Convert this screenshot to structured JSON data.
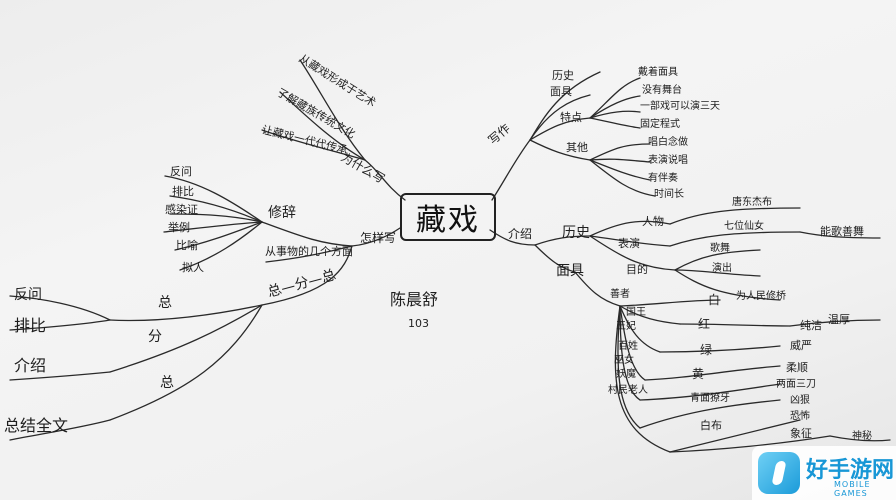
{
  "center": "藏戏",
  "author": {
    "name": "陈晨舒",
    "id": "103"
  },
  "branch_upper_left": {
    "label": "为什么写",
    "children": [
      "从藏戏形成于艺术",
      "了解藏族传统文化",
      "让藏戏一代代传承"
    ]
  },
  "branch_left": {
    "label": "怎样写",
    "sub_rhetoric": {
      "label": "修辞",
      "children": [
        "反问",
        "排比",
        "感染证",
        "举例",
        "比喻",
        "拟人"
      ]
    },
    "sub_aspects": "从事物的几个方面"
  },
  "branch_structure": {
    "label": "总—分—总",
    "parts": [
      "总",
      "分",
      "总"
    ],
    "children": [
      "反问",
      "排比",
      "介绍",
      "总结全文"
    ]
  },
  "branch_right_upper": {
    "label": "写作",
    "children": [
      "历史",
      "面具",
      "特点",
      "其他"
    ],
    "details": [
      "戴着面具",
      "没有舞台",
      "一部戏可以演三天",
      "固定程式",
      "唱白念做",
      "表演说唱",
      "有伴奏",
      "时间长"
    ]
  },
  "branch_right_lower": {
    "label": "介绍",
    "history": {
      "label": "历史",
      "items": [
        "人物",
        "表演",
        "目的"
      ],
      "details": [
        "唐东杰布",
        "七位仙女",
        "能歌善舞",
        "歌舞",
        "演出",
        "为人民修桥"
      ]
    },
    "masks": {
      "label": "面具",
      "kinds": [
        "善者",
        "国王",
        "王妃",
        "百姓",
        "巫女",
        "妖魔",
        "村民老人"
      ],
      "colors": [
        "白",
        "红",
        "绿",
        "黄",
        "青面獠牙",
        "白布"
      ],
      "traits": [
        "纯洁",
        "温厚",
        "威严",
        "柔顺",
        "两面三刀",
        "凶狠",
        "恐怖"
      ]
    },
    "other": [
      "象征",
      "神秘"
    ]
  },
  "watermark": {
    "text": "好手游网",
    "subtext": "MOBILE GAMES"
  }
}
